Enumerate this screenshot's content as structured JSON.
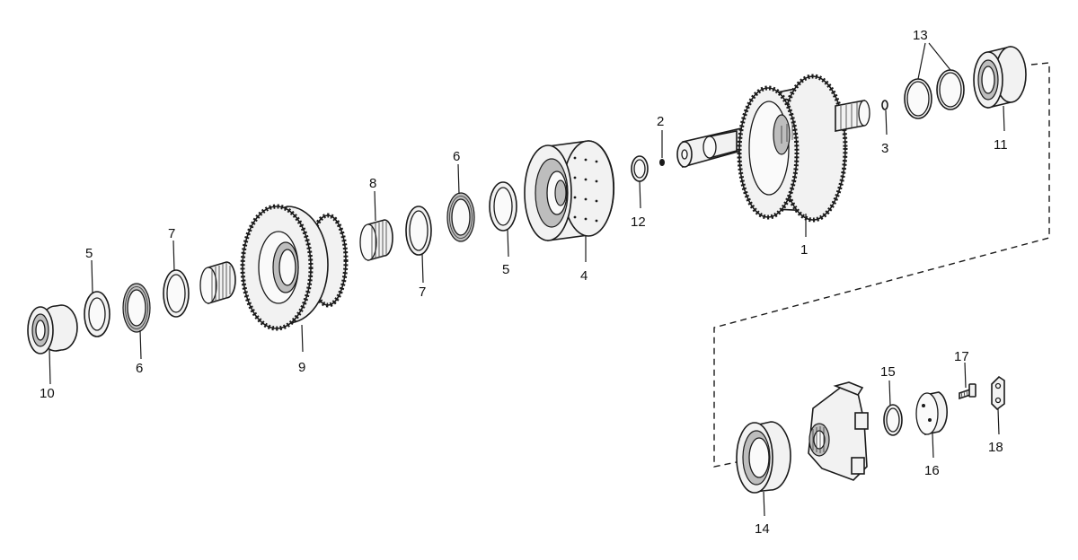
{
  "callouts": {
    "c1": "1",
    "c2": "2",
    "c3": "3",
    "c4": "4",
    "c5a": "5",
    "c5b": "5",
    "c6a": "6",
    "c6b": "6",
    "c7a": "7",
    "c7b": "7",
    "c8": "8",
    "c9": "9",
    "c10": "10",
    "c11": "11",
    "c12": "12",
    "c13": "13",
    "c14": "14",
    "c15": "15",
    "c16": "16",
    "c17": "17",
    "c18": "18"
  }
}
